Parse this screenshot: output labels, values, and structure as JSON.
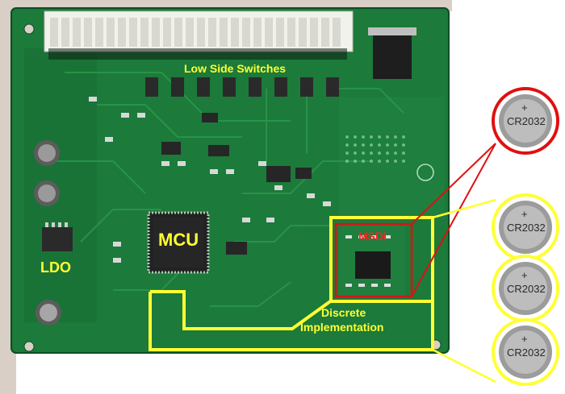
{
  "labels": {
    "low_side_switches": "Low Side Switches",
    "mcu": "MCU",
    "ldo": "LDO",
    "msdi": "MSDI",
    "discrete_line1": "Discrete",
    "discrete_line2": "Implementation"
  },
  "coins": [
    {
      "plus": "+",
      "label": "CR2032",
      "ring": "red"
    },
    {
      "plus": "+",
      "label": "CR2032",
      "ring": "yellow"
    },
    {
      "plus": "+",
      "label": "CR2032",
      "ring": "yellow"
    },
    {
      "plus": "+",
      "label": "CR2032",
      "ring": "yellow"
    }
  ],
  "colors": {
    "board": "#1c7a3a",
    "board_dark": "#125a2a",
    "highlight_yellow": "#ffff33",
    "highlight_red": "#e01010",
    "chip": "#2a2a2a",
    "connector": "#f2f2ec"
  }
}
